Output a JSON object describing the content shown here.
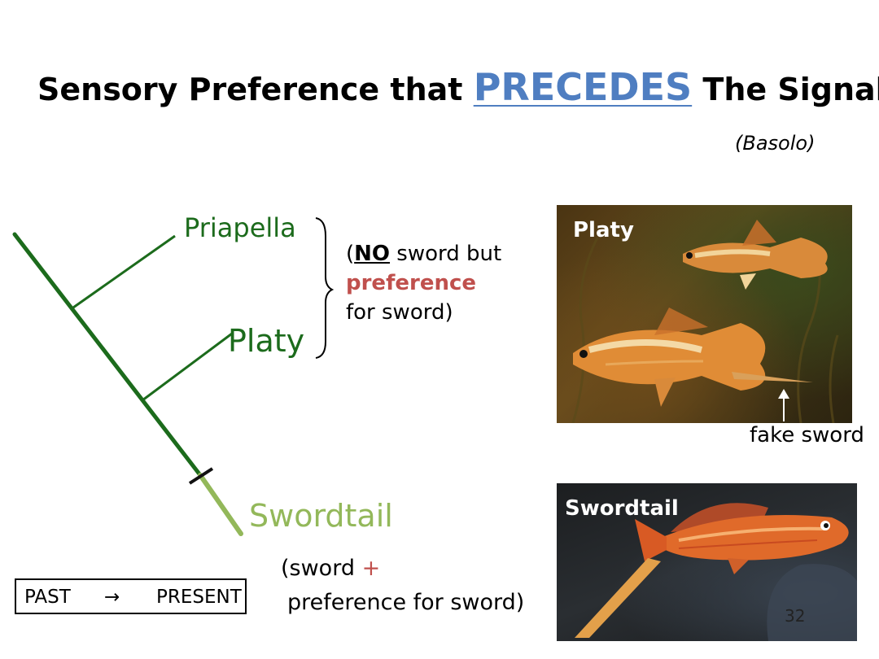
{
  "title": {
    "before": "Sensory Preference that ",
    "emphasis": "PRECEDES",
    "after": " The Signal"
  },
  "credit": "(Basolo)",
  "tree": {
    "taxa": [
      "Priapella",
      "Platy",
      "Swordtail"
    ],
    "colors": {
      "ancestral": "#1c6b1c",
      "derived": "#93b85a",
      "accent": "#c0504d",
      "title_accent": "#4f7ec1"
    }
  },
  "note_no_sword": {
    "open": "(",
    "no": "NO",
    "rest": " sword but",
    "preference": "preference",
    "tail": "for sword)"
  },
  "note_sword": {
    "line1": "(sword ",
    "plus": "+",
    "line2": "preference for sword)"
  },
  "timeline": {
    "past": "PAST",
    "arrow": "→",
    "present": "PRESENT"
  },
  "photos": {
    "platy_label": "Platy",
    "swordtail_label": "Swordtail",
    "fake_sword_label": "fake sword"
  },
  "page_number": "32"
}
